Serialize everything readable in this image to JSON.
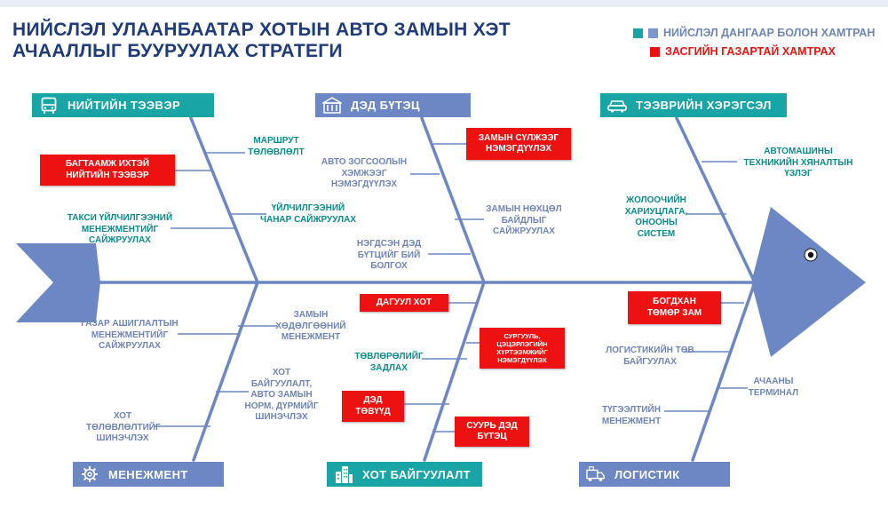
{
  "title": "НИЙСЛЭЛ УЛААНБААТАР ХОТЫН АВТО ЗАМЫН ХЭТ АЧААЛЛЫГ БУУРУУЛАХ СТРАТЕГИ",
  "legend": {
    "joint": "НИЙСЛЭЛ ДАНГААР БОЛОН ХАМТРАН",
    "government": "ЗАСГИЙН ГАЗАРТАЙ ХАМТРАХ"
  },
  "colors": {
    "teal": "#19a5a5",
    "blue": "#6d87c4",
    "red": "#ee1111",
    "title": "#1f3b7a"
  },
  "categories": {
    "public_transport": {
      "label": "НИЙТИЙН ТЭЭВЭР",
      "icon": "bus-icon"
    },
    "infrastructure": {
      "label": "ДЭД БҮТЭЦ",
      "icon": "building-icon"
    },
    "vehicles": {
      "label": "ТЭЭВРИЙН ХЭРЭГСЭЛ",
      "icon": "car-icon"
    },
    "management": {
      "label": "МЕНЕЖМЕНТ",
      "icon": "gear-icon"
    },
    "urban_planning": {
      "label": "ХОТ БАЙГУУЛАЛТ",
      "icon": "city-icon"
    },
    "logistics": {
      "label": "ЛОГИСТИК",
      "icon": "truck-icon"
    }
  },
  "items": {
    "route_plan": [
      "МАРШРУТ",
      "ТӨЛӨВЛӨЛТ"
    ],
    "high_capacity": [
      "БАГТААМЖ ИХТЭЙ",
      "НИЙТИЙН ТЭЭВЭР"
    ],
    "service_quality": [
      "ҮЙЛЧИЛГЭЭНИЙ",
      "ЧАНАР САЙЖРУУЛАХ"
    ],
    "taxi_mgmt": [
      "ТАКСИ ҮЙЛЧИЛГЭЭНИЙ",
      "МЕНЕЖМЕНТИЙГ",
      "САЙЖРУУЛАХ"
    ],
    "parking": [
      "АВТО ЗОГСООЛЫН",
      "ХЭМЖЭЭГ",
      "НЭМЭГДҮҮЛЭХ"
    ],
    "road_network": [
      "ЗАМЫН СҮЛЖЭЭГ",
      "НЭМЭГДҮҮЛЭХ"
    ],
    "road_condition": [
      "ЗАМЫН НӨХЦӨЛ",
      "БАЙДЛЫГ",
      "САЙЖРУУЛАХ"
    ],
    "unified_infra": [
      "НЭГДСЭН ДЭД",
      "БҮТЦИЙГ БИЙ",
      "БОЛГОХ"
    ],
    "vehicle_inspection": [
      "АВТОМАШИНЫ",
      "ТЕХНИКИЙН ХЯНАЛТЫН",
      "ҮЗЛЭГ"
    ],
    "driver_system": [
      "ЖОЛООЧИЙН",
      "ХАРИУЦЛАГА,",
      "ОНООНЫ",
      "СИСТЕМ"
    ],
    "land_use": [
      "ГАЗАР АШИГЛАЛТЫН",
      "МЕНЕЖМЕНТИЙГ",
      "САЙЖРУУЛАХ"
    ],
    "road_traffic": [
      "ЗАМЫН",
      "ХӨДӨЛГӨӨНИЙ",
      "МЕНЕЖМЕНТ"
    ],
    "city_plan_update": [
      "ХОТ",
      "ТӨЛӨВЛӨЛТИЙГ",
      "ШИНЭЧЛЭХ"
    ],
    "norms_update": [
      "ХОТ",
      "БАЙГУУЛАЛТ,",
      "АВТО ЗАМЫН",
      "НОРМ, ДҮРМИЙГ",
      "ШИНЭЧЛЭХ"
    ],
    "satellite_city": [
      "ДАГУУЛ ХОТ"
    ],
    "school_locations": [
      "СУРГУУЛЬ,",
      "ЦЭЦЭРЛЭГИЙН",
      "ХҮРТЭЭМЖИЙГ",
      "НЭМЭГДҮҮЛЭХ"
    ],
    "decentralize_plan": [
      "ТӨВЛӨРӨЛИЙГ",
      "ЗАДЛАХ"
    ],
    "sub_center": [
      "ДЭД",
      "ТӨВҮҮД"
    ],
    "base_infra": [
      "СУУРЬ ДЭД",
      "БҮТЭЦ"
    ],
    "bogd_railway": [
      "БОГДХАН",
      "ТӨМӨР ЗАМ"
    ],
    "logistics_center": [
      "ЛОГИСТИКИЙН ТӨВ",
      "БАЙГУУЛАХ"
    ],
    "cargo_terminal": [
      "АЧААНЫ",
      "ТЕРМИНАЛ"
    ],
    "supply_mgmt": [
      "ТҮГЭЭЛТИЙН",
      "МЕНЕЖМЕНТ"
    ]
  }
}
